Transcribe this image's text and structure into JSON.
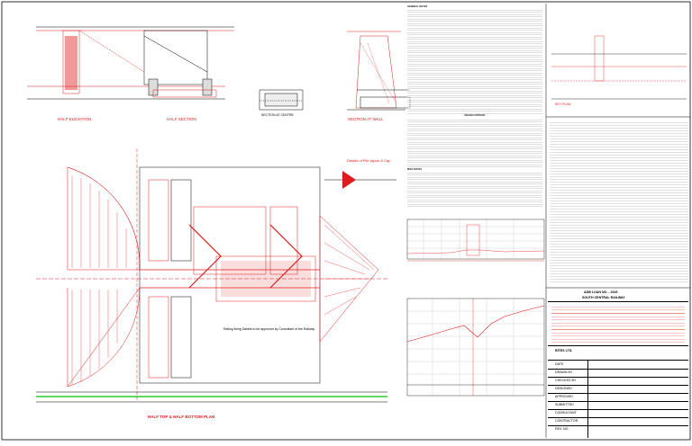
{
  "colors": {
    "line": "#000000",
    "accent": "#e01b1b",
    "ground": "#00c000",
    "bg": "#ffffff"
  },
  "views": {
    "plan_title": "HALF TOP & HALF BOTTOM PLAN",
    "elev1": "HALF ELEVATION",
    "elev2": "HALF SECTION",
    "section_small": "SECTION AT CENTRE",
    "section_wall": "SECTION AT WALL",
    "site_plan": "KEY PLAN",
    "plan_note": "Details of Pile layout & Cap",
    "plan_callout": "Railing fixing Details to be approved by Consultant of the Railway"
  },
  "notes": {
    "heading": "GENERAL NOTES",
    "design_heading": "DESIGN CRITERIA",
    "misc_heading": "MISC NOTES"
  },
  "titleblock": {
    "project": "ADB LOAN NO. - 2026",
    "client": "SOUTH CENTRAL RAILWAY",
    "rows": [
      "DATE",
      "DRAWN BY",
      "CHECKED BY",
      "DESIGNED",
      "APPROVED",
      "SUBMITTED",
      "CONSULTANT",
      "CONTRACTOR",
      "REV. NO."
    ],
    "company": "RITES LTD."
  }
}
